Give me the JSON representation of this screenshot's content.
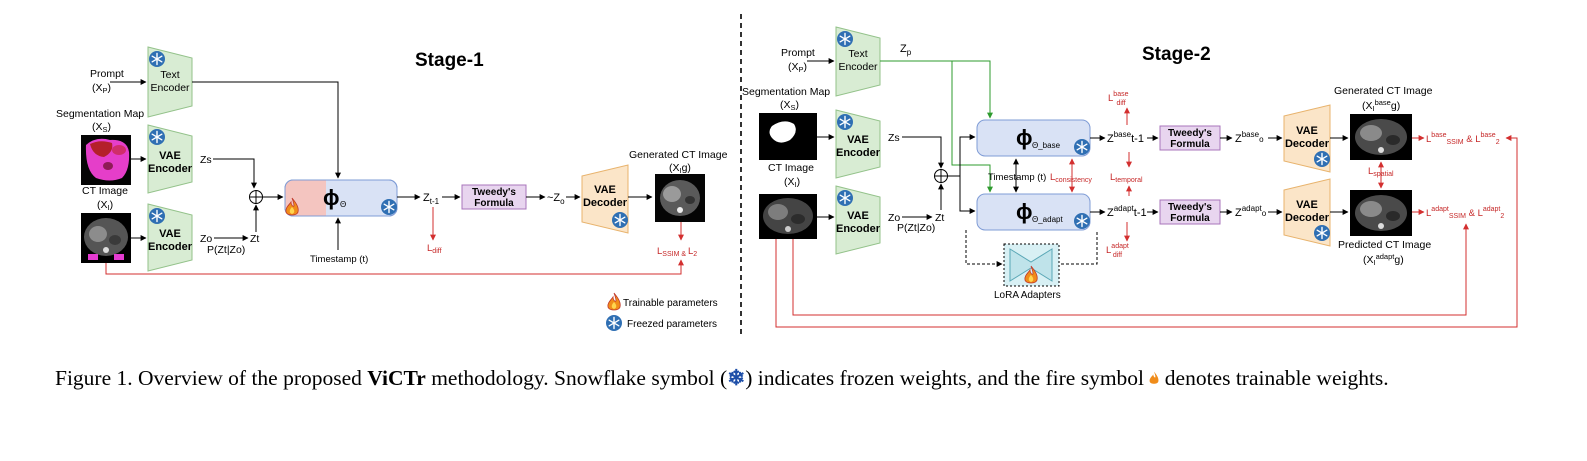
{
  "stage1": {
    "title": "Stage-1",
    "prompt_label": "Prompt",
    "prompt_sub": "(X",
    "prompt_sub2": "P",
    "segmap_label": "Segmentation Map",
    "seg_sub": "(X",
    "seg_sub2": "S",
    "ct_label": "CT Image",
    "ct_sub": "(X",
    "ct_sub2": "I",
    "text_encoder": [
      "Text",
      "Encoder"
    ],
    "vae_encoder": [
      "VAE",
      "Encoder"
    ],
    "zs": "Zs",
    "zo": "Zo",
    "zt": "Zt",
    "pzt": "P(Zt|Zo)",
    "phi_sub": "Θ",
    "timestamp": "Timestamp (t)",
    "zt1": "Z",
    "zt1_sub": "t-1",
    "tweedy": [
      "Tweedy's",
      "Formula"
    ],
    "zo_tilde": "~Z",
    "zo_tilde_sub": "o",
    "vae_decoder": [
      "VAE",
      "Decoder"
    ],
    "gen_label": "Generated CT Image",
    "gen_sub": "(X",
    "gen_sub2": "I",
    "gen_sub3": "g)",
    "l_diff": "L",
    "l_diff_sub": "diff",
    "l_ssim": "L",
    "l_ssim_sub": "SSIM & ",
    "l_ssim_l2": "L",
    "l_ssim_l2_sub": "2",
    "legend_trainable": "Trainable parameters",
    "legend_frozen": "Freezed parameters"
  },
  "stage2": {
    "title": "Stage-2",
    "prompt_label": "Prompt",
    "zp": "Z",
    "zp_sub": "p",
    "segmap_label": "Segmentation Map",
    "ct_label": "CT Image",
    "text_encoder": [
      "Text",
      "Encoder"
    ],
    "vae_encoder": [
      "VAE",
      "Encoder"
    ],
    "zs": "Zs",
    "zo": "Zo",
    "zt": "Zt",
    "pzt": "P(Zt|Zo)",
    "phi_base_sub": "Θ_base",
    "phi_adapt_sub": "Θ_adapt",
    "timestamp": "Timestamp (t)",
    "l_consistency": "consistency",
    "l_temporal": "temporal",
    "z_base": "base",
    "z_base_t": "t-1",
    "z_adapt": "adapt",
    "z_adapt_t": "t-1",
    "l_diff_sup_base": "base",
    "l_diff_sup_adapt": "adapt",
    "l_diff_sub": "diff",
    "tweedy": [
      "Tweedy's",
      "Formula"
    ],
    "zo_base": "Z",
    "zo_base_sup": "base",
    "zo_adapt": "Z",
    "zo_adapt_sup": "adapt",
    "vae_decoder": [
      "VAE",
      "Decoder"
    ],
    "gen_label": "Generated CT Image",
    "pred_label": "Predicted CT Image",
    "l_spatial": "spatial",
    "lora_label": "LoRA Adapters",
    "ssim_sub": "SSIM",
    "l2_sub": "2"
  },
  "caption": {
    "prefix": "Figure 1. Overview of the proposed ",
    "bold": "ViCTr",
    "mid": " methodology. Snowflake symbol (",
    "snow": "❄",
    "mid2": ") indicates frozen weights, and the fire symbol",
    "end": " denotes trainable weights."
  },
  "colors": {
    "encoder_green": "#d8ecd3",
    "encoder_stroke": "#93c28a",
    "decoder_orange": "#fbe5c8",
    "decoder_stroke": "#e8b36d",
    "tweedy_purple": "#e8d5ef",
    "tweedy_stroke": "#a875bb",
    "unet_pink": "#f4c5c0",
    "unet_blue": "#d9e2f5",
    "arrow_red": "#d32f2f",
    "arrow_green": "#2e9b2e",
    "snow_blue": "#5b8ec9"
  }
}
